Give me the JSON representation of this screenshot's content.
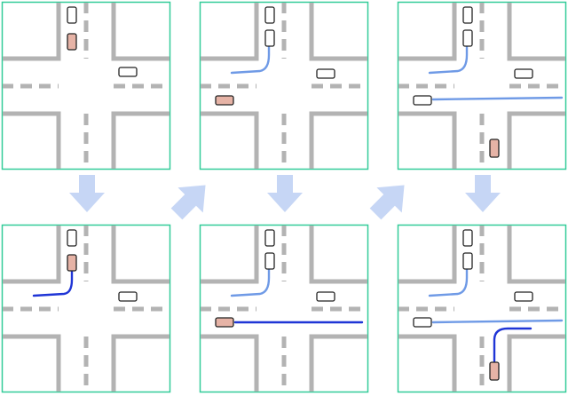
{
  "diagram": {
    "colors": {
      "panel_border": "#33cc99",
      "road_edge": "#b3b3b3",
      "lane_marking": "#b3b3b3",
      "arrow": "#c6d6f5",
      "car_active_fill": "#e6b3a6",
      "car_idle_fill": "#ffffff",
      "car_stroke": "#222222",
      "trajectory_previous": "#6f9ae6",
      "trajectory_current": "#1f35d6"
    },
    "arrows": [
      {
        "name": "arrow-down-1",
        "direction": "down"
      },
      {
        "name": "arrow-up-right-1",
        "direction": "up-right"
      },
      {
        "name": "arrow-down-2",
        "direction": "down"
      },
      {
        "name": "arrow-up-right-2",
        "direction": "up-right"
      },
      {
        "name": "arrow-down-3",
        "direction": "down"
      }
    ],
    "panels": [
      {
        "name": "panel-1",
        "active_car": "vehicle-north-2",
        "step": 1,
        "row": "top"
      },
      {
        "name": "panel-2",
        "active_car": "vehicle-north-2",
        "step": 1,
        "row": "bottom"
      },
      {
        "name": "panel-3",
        "active_car": "vehicle-west",
        "step": 2,
        "row": "top"
      },
      {
        "name": "panel-4",
        "active_car": "vehicle-west",
        "step": 2,
        "row": "bottom"
      },
      {
        "name": "panel-5",
        "active_car": "vehicle-south",
        "step": 3,
        "row": "top"
      },
      {
        "name": "panel-6",
        "active_car": "vehicle-south",
        "step": 3,
        "row": "bottom"
      }
    ]
  }
}
